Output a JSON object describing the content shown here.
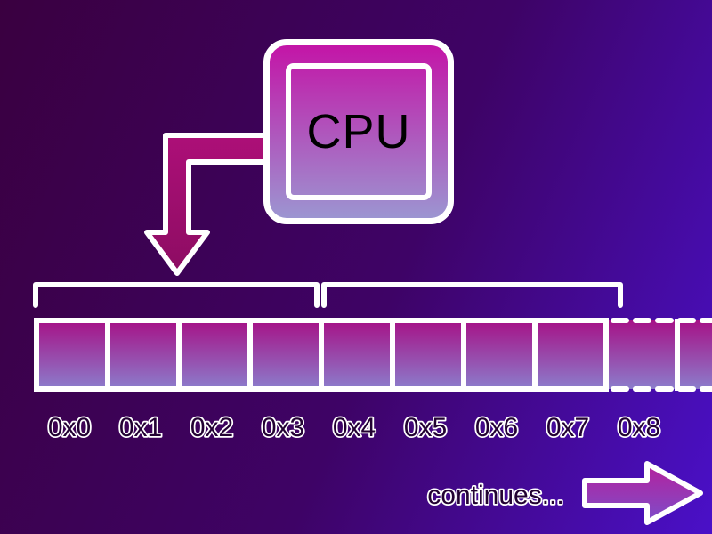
{
  "diagram": {
    "cpu": {
      "label": "CPU"
    },
    "memory": {
      "address_labels": [
        "0x0",
        "0x1",
        "0x2",
        "0x3",
        "0x4",
        "0x5",
        "0x6",
        "0x7",
        "0x8"
      ],
      "continues_label": "continues..."
    },
    "icons": {
      "down_arrow": "cpu-to-memory-arrow-icon",
      "right_arrow": "continues-arrow-icon"
    },
    "colors": {
      "background_top_left": "#3a0040",
      "background_bottom_right": "#4a10c8",
      "chip_gradient_top": "#c315a7",
      "chip_gradient_bottom": "#9c95d1",
      "cell_gradient_top": "#a70e84",
      "cell_gradient_bottom": "#8a82cf",
      "down_arrow_top": "#ad0f78",
      "down_arrow_bottom": "#8c0c62",
      "right_arrow_top": "#b81e9a",
      "right_arrow_bottom": "#7a50cc",
      "outline": "#ffffff",
      "cpu_text": "#000000",
      "label_fill": "#230233"
    }
  }
}
